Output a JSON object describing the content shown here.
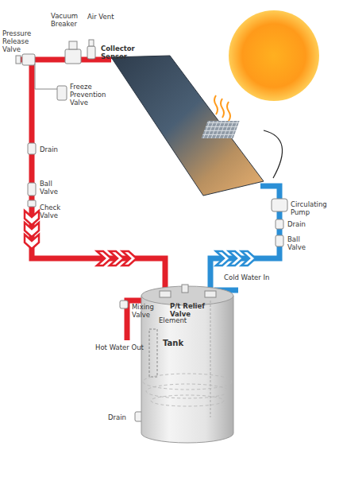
{
  "diagram": {
    "nodes": [
      {
        "text": [
          "Tank"
        ]
      }
    ],
    "labels": [
      "Vacuum Breaker",
      "Air Vent",
      "Pressure Release Valve",
      "Collector Sensor",
      "Freeze Prevention Valve",
      "Drain",
      "Ball Valve",
      "Check Valve",
      "Circulating Pump",
      "Drain",
      "Ball Valve",
      "Cold Water In",
      "P/t Relief Valve",
      "Mixing Valve",
      "Hot Water Out",
      "Element",
      "Drain"
    ]
  }
}
